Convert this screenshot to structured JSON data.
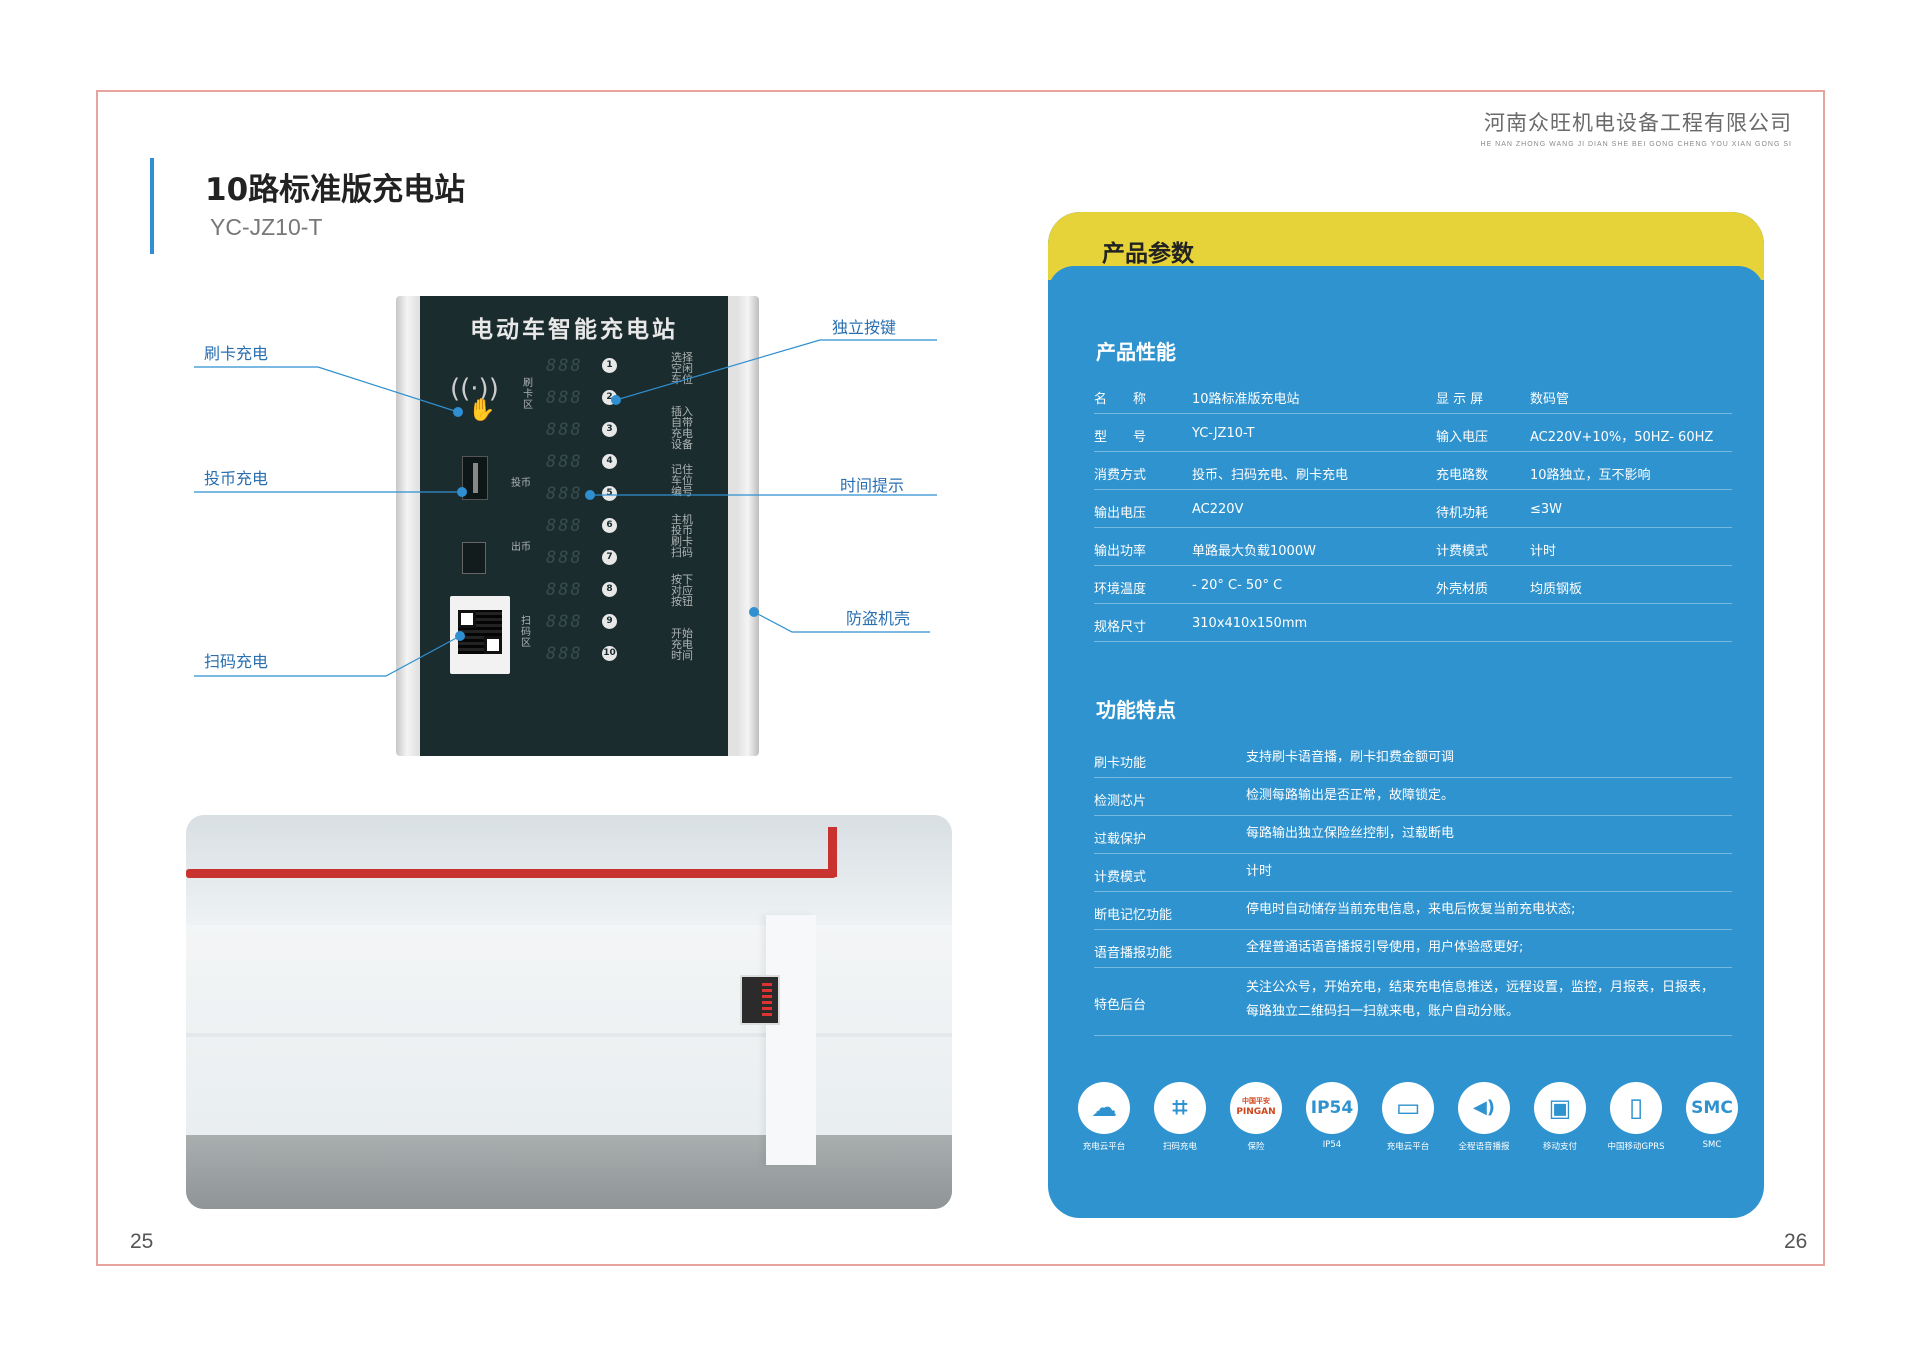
{
  "company": {
    "name": "河南众旺机电设备工程有限公司",
    "pinyin": "HE NAN ZHONG WANG JI DIAN SHE BEI GONG CHENG YOU XIAN GONG SI"
  },
  "product": {
    "title": "10路标准版充电站",
    "model": "YC-JZ10-T"
  },
  "device": {
    "title": "电动车智能充电站",
    "card_zone": "刷卡区",
    "coin_label": "投币",
    "coin_out_label": "出币",
    "scan_zone": "扫码区",
    "digit_display": "888",
    "ports": [
      "1",
      "2",
      "3",
      "4",
      "5",
      "6",
      "7",
      "8",
      "9",
      "10"
    ],
    "instructions": [
      "选择空闲车位",
      "插入自带充电设备",
      "记住车位编号",
      "主机投币刷卡扫码",
      "按下对应按钮",
      "开始充电时间"
    ]
  },
  "callouts": {
    "card_charge": "刷卡充电",
    "coin_charge": "投币充电",
    "scan_charge": "扫码充电",
    "independent_key": "独立按键",
    "time_hint": "时间提示",
    "anti_theft": "防盗机壳"
  },
  "pages": {
    "left": "25",
    "right": "26"
  },
  "spec": {
    "header": "产品参数",
    "performance_title": "产品性能",
    "performance": [
      {
        "k1": "名　　称",
        "v1": "10路标准版充电站",
        "k2": "显 示 屏",
        "v2": "数码管"
      },
      {
        "k1": "型　　号",
        "v1": "YC-JZ10-T",
        "k2": "输入电压",
        "v2": "AC220V+10%，50HZ- 60HZ"
      },
      {
        "k1": "消费方式",
        "v1": "投币、扫码充电、刷卡充电",
        "k2": "充电路数",
        "v2": "10路独立，互不影响"
      },
      {
        "k1": "输出电压",
        "v1": "AC220V",
        "k2": "待机功耗",
        "v2": "≤3W"
      },
      {
        "k1": "输出功率",
        "v1": "单路最大负载1000W",
        "k2": "计费模式",
        "v2": "计时"
      },
      {
        "k1": "环境温度",
        "v1": "- 20°  C- 50°  C",
        "k2": "外壳材质",
        "v2": "均质钢板"
      },
      {
        "k1": "规格尺寸",
        "v1": "310x410x150mm",
        "k2": "",
        "v2": ""
      }
    ],
    "features_title": "功能特点",
    "features": [
      {
        "k": "刷卡功能",
        "v": "支持刷卡语音播，刷卡扣费金额可调"
      },
      {
        "k": "检测芯片",
        "v": "检测每路输出是否正常，故障锁定。"
      },
      {
        "k": "过载保护",
        "v": "每路输出独立保险丝控制，过载断电"
      },
      {
        "k": "计费模式",
        "v": "计时"
      },
      {
        "k": "断电记忆功能",
        "v": "停电时自动储存当前充电信息，来电后恢复当前充电状态;"
      },
      {
        "k": "语音播报功能",
        "v": "全程普通话语音播报引导使用，用户体验感更好;"
      },
      {
        "k": "特色后台",
        "v": "关注公众号，开始充电，结束充电信息推送，远程设置，监控，月报表，日报表，每路独立二维码扫一扫就来电，账户自动分账。"
      }
    ],
    "icons": [
      {
        "name": "cloud-icon",
        "glyph": "☁",
        "label": "充电云平台"
      },
      {
        "name": "scan-icon",
        "glyph": "⌗",
        "label": "扫码充电"
      },
      {
        "name": "insurance-icon",
        "glyph": "PINGAN",
        "label": "保险"
      },
      {
        "name": "ip54-icon",
        "glyph": "IP54",
        "label": "IP54"
      },
      {
        "name": "monitor-icon",
        "glyph": "▭",
        "label": "充电云平台"
      },
      {
        "name": "speaker-icon",
        "glyph": "◀)",
        "label": "全程语音播报"
      },
      {
        "name": "mobile-pay-icon",
        "glyph": "▣",
        "label": "移动支付"
      },
      {
        "name": "gprs-icon",
        "glyph": "▯",
        "label": "中国移动GPRS"
      },
      {
        "name": "smc-icon",
        "glyph": "SMC",
        "label": "SMC"
      }
    ],
    "icon_insurance_text": "中国平安"
  }
}
